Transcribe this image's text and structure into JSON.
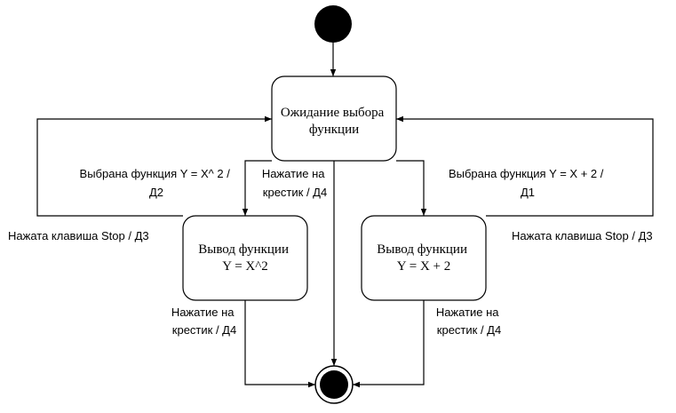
{
  "states": {
    "waiting": {
      "lines": [
        "Ожидание выбора",
        "функции"
      ]
    },
    "output_square": {
      "lines": [
        "Вывод функции",
        "Y = X^2"
      ]
    },
    "output_plus": {
      "lines": [
        "Вывод функции",
        "Y = X + 2"
      ]
    }
  },
  "transitions": {
    "select_square": {
      "lines": [
        "Выбрана функция Y = X^ 2 /",
        "Д2"
      ]
    },
    "select_plus": {
      "lines": [
        "Выбрана функция Y = X + 2 /",
        "Д1"
      ]
    },
    "close_from_waiting": {
      "lines": [
        "Нажатие на",
        "крестик / Д4"
      ]
    },
    "close_from_square": {
      "lines": [
        "Нажатие на",
        "крестик / Д4"
      ]
    },
    "close_from_plus": {
      "lines": [
        "Нажатие на",
        "крестик / Д4"
      ]
    },
    "stop_left": {
      "lines": [
        "Нажата клавиша Stop / Д3"
      ]
    },
    "stop_right": {
      "lines": [
        "Нажата клавиша Stop / Д3"
      ]
    }
  }
}
